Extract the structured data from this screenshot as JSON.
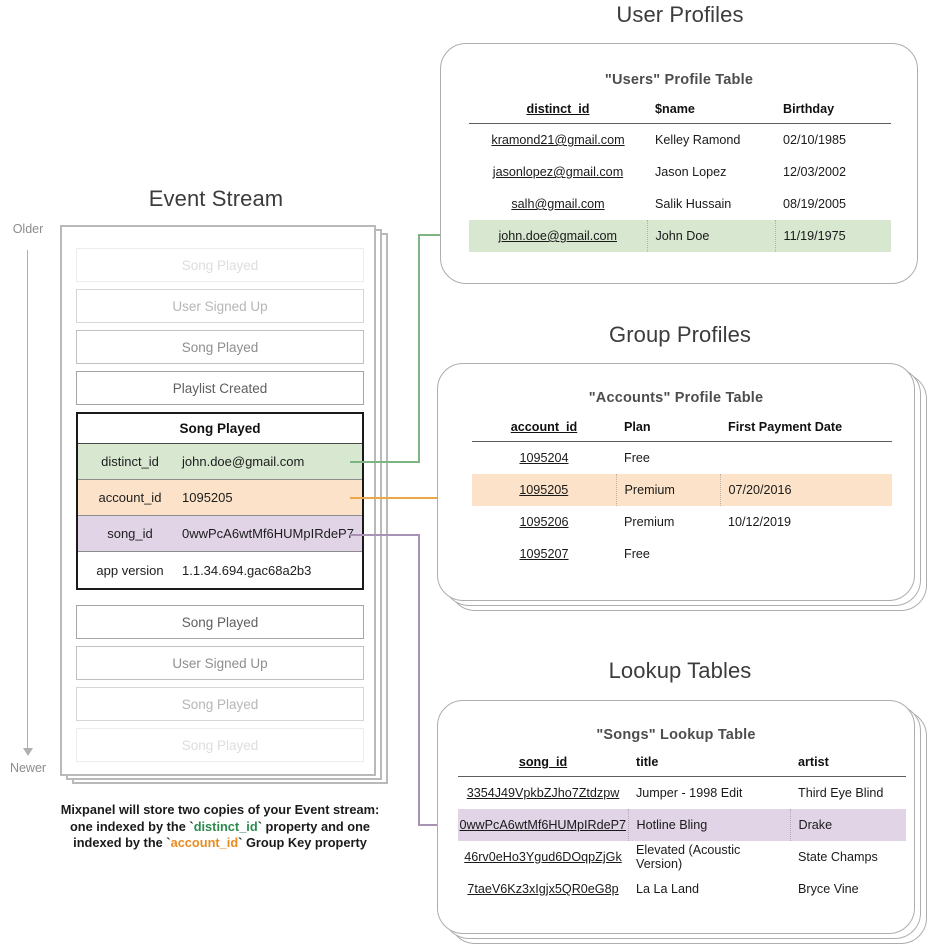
{
  "sections": {
    "event_stream_title": "Event Stream",
    "user_profiles_title": "User Profiles",
    "group_profiles_title": "Group Profiles",
    "lookup_tables_title": "Lookup Tables"
  },
  "timeline": {
    "older_label": "Older",
    "newer_label": "Newer"
  },
  "event_stream": {
    "events_above": [
      {
        "label": "Song Played"
      },
      {
        "label": "User Signed Up"
      },
      {
        "label": "Song Played"
      },
      {
        "label": "Playlist Created"
      }
    ],
    "selected_event": {
      "name": "Song Played",
      "properties": [
        {
          "key": "distinct_id",
          "value": "john.doe@gmail.com",
          "highlight": "green"
        },
        {
          "key": "account_id",
          "value": "1095205",
          "highlight": "orange"
        },
        {
          "key": "song_id",
          "value": "0wwPcA6wtMf6HUMpIRdeP7",
          "highlight": "purple"
        },
        {
          "key": "app version",
          "value": "1.1.34.694.gac68a2b3",
          "highlight": "none"
        }
      ]
    },
    "events_below": [
      {
        "label": "Song Played"
      },
      {
        "label": "User Signed Up"
      },
      {
        "label": "Song Played"
      },
      {
        "label": "Song Played"
      }
    ],
    "caption": {
      "line1": "Mixpanel will store two copies of your Event stream:",
      "line2_pre": "one indexed by the `",
      "line2_token": "distinct_id",
      "line2_post": "` property and one",
      "line3_pre": "indexed by the `",
      "line3_token": "account_id",
      "line3_post": "` Group Key property"
    }
  },
  "users_table": {
    "title": "\"Users\" Profile Table",
    "columns": [
      "distinct_id",
      "$name",
      "Birthday"
    ],
    "rows": [
      {
        "cells": [
          "kramond21@gmail.com",
          "Kelley Ramond",
          "02/10/1985"
        ],
        "highlight": "none"
      },
      {
        "cells": [
          "jasonlopez@gmail.com",
          "Jason Lopez",
          "12/03/2002"
        ],
        "highlight": "none"
      },
      {
        "cells": [
          "salh@gmail.com",
          "Salik Hussain",
          "08/19/2005"
        ],
        "highlight": "none"
      },
      {
        "cells": [
          "john.doe@gmail.com",
          "John Doe",
          "11/19/1975"
        ],
        "highlight": "green"
      }
    ]
  },
  "accounts_table": {
    "title": "\"Accounts\" Profile Table",
    "columns": [
      "account_id",
      "Plan",
      "First Payment Date"
    ],
    "rows": [
      {
        "cells": [
          "1095204",
          "Free",
          ""
        ],
        "highlight": "none"
      },
      {
        "cells": [
          "1095205",
          "Premium",
          "07/20/2016"
        ],
        "highlight": "orange"
      },
      {
        "cells": [
          "1095206",
          "Premium",
          "10/12/2019"
        ],
        "highlight": "none"
      },
      {
        "cells": [
          "1095207",
          "Free",
          ""
        ],
        "highlight": "none"
      }
    ]
  },
  "songs_table": {
    "title": "\"Songs\" Lookup Table",
    "columns": [
      "song_id",
      "title",
      "artist"
    ],
    "rows": [
      {
        "cells": [
          "3354J49VpkbZJho7Ztdzpw",
          "Jumper - 1998 Edit",
          "Third Eye Blind"
        ],
        "highlight": "none"
      },
      {
        "cells": [
          "0wwPcA6wtMf6HUMpIRdeP7",
          "Hotline Bling",
          "Drake"
        ],
        "highlight": "purple"
      },
      {
        "cells": [
          "46rv0eHo3Ygud6DOqpZjGk",
          "Elevated (Acoustic Version)",
          "State Champs"
        ],
        "highlight": "none"
      },
      {
        "cells": [
          "7taeV6Kz3xIgjx5QR0eG8p",
          "La La Land",
          "Bryce Vine"
        ],
        "highlight": "none"
      }
    ]
  },
  "colors": {
    "green": "#d7e7d0",
    "orange": "#fce2c8",
    "purple": "#e0d4e6",
    "green_line": "#7cb57f",
    "orange_line": "#e9a84a",
    "purple_line": "#a893b5",
    "border": "#adadad"
  }
}
